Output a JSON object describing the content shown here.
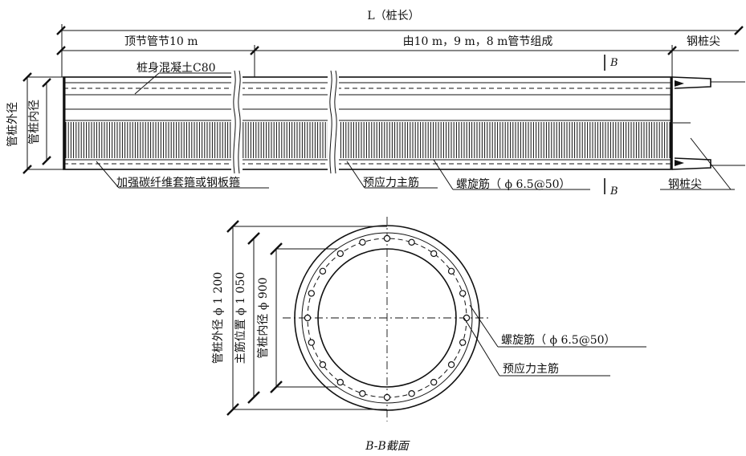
{
  "elevation": {
    "pile_length_label": "L（桩长）",
    "top_segment_label": "顶节管节10 m",
    "segments_label": "由10 m，9 m，8 m管节组成",
    "steel_tip_top": "钢桩尖",
    "concrete_label": "桩身混凝土C80",
    "section_mark_top": "B",
    "section_mark_bottom": "B",
    "outer_dia_label": "管桩外径",
    "inner_dia_label": "管桩内径",
    "hoop_label": "加强碳纤维套箍或钢板箍",
    "prestress_label": "预应力主筋",
    "spiral_label": "螺旋筋（ ϕ 6.5@50）",
    "steel_tip_bottom": "钢桩尖"
  },
  "section": {
    "outer_dim_label": "管桩外径 ϕ 1 200",
    "rebar_dim_label": "主筋位置 ϕ 1 050",
    "inner_dim_label": "管桩内径 ϕ 900",
    "spiral_label": "螺旋筋（ ϕ 6.5@50）",
    "prestress_label": "预应力主筋",
    "caption": "B-B截面"
  },
  "colors": {
    "line": "#111111",
    "background": "#ffffff"
  }
}
